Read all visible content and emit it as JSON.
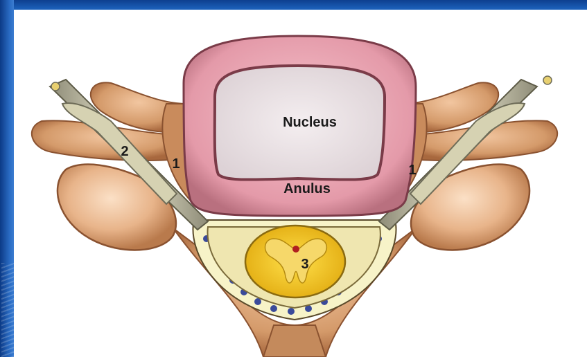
{
  "labels": {
    "nucleus": "Nucleus",
    "anulus": "Anulus",
    "num_1_left": "1",
    "num_1_right": "1",
    "num_2": "2",
    "num_3": "3"
  },
  "colors": {
    "frame": "#1553a8",
    "bone": "#d49a6a",
    "disc_anulus": "#e9a6b3",
    "disc_nucleus": "#ede6e8",
    "spinal_cord": "#f2c51e",
    "nerve_root": "#c7c2a0"
  }
}
